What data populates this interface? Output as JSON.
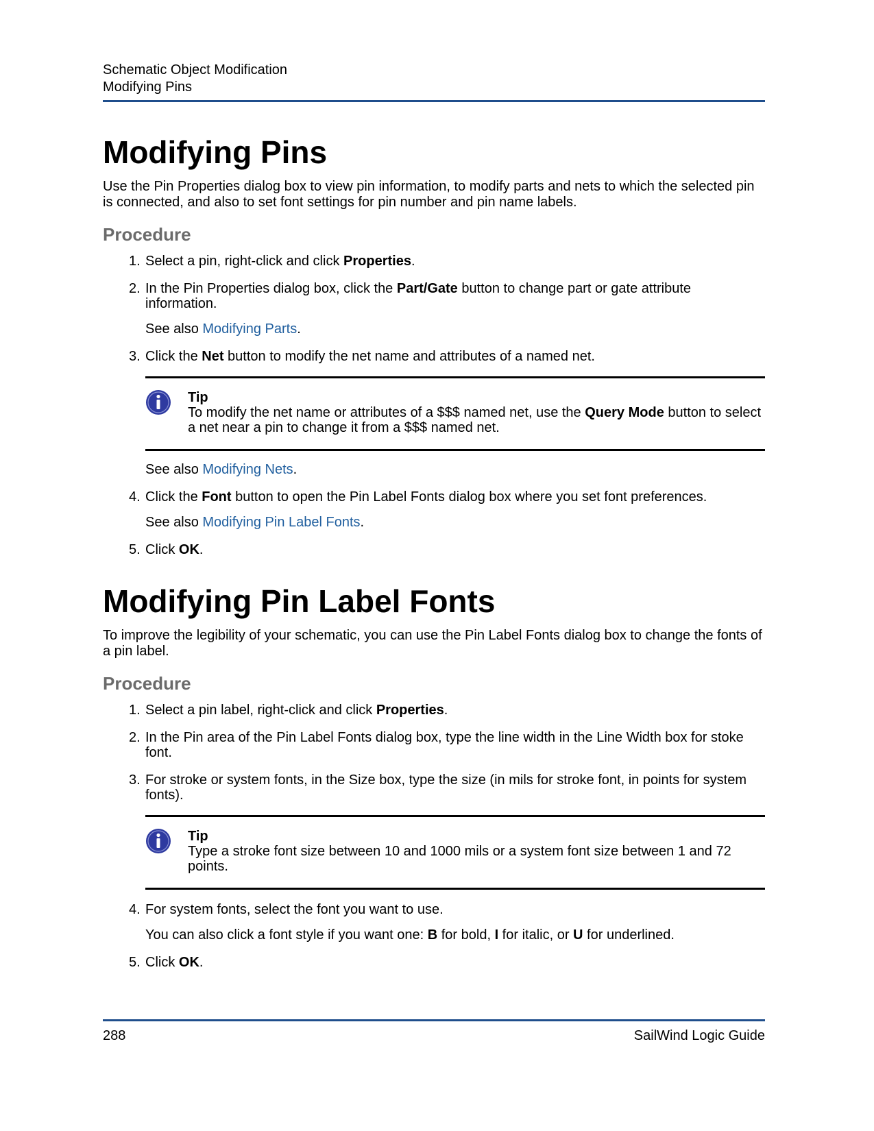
{
  "header": {
    "chapter": "Schematic Object Modification",
    "section": "Modifying Pins"
  },
  "section1": {
    "title": "Modifying Pins",
    "intro": "Use the Pin Properties dialog box to view pin information, to modify parts and nets to which the selected pin is connected, and also to set font settings for pin number and pin name labels.",
    "procedure_heading": "Procedure",
    "steps": [
      {
        "num": "1.",
        "pre": "Select a pin, right-click and click ",
        "bold": "Properties",
        "post": "."
      },
      {
        "num": "2.",
        "pre": "In the Pin Properties dialog box, click the ",
        "bold": "Part/Gate",
        "post": " button to change part or gate attribute information.",
        "see_also_prefix": "See also ",
        "see_also_link": "Modifying Parts",
        "see_also_suffix": "."
      },
      {
        "num": "3.",
        "pre": "Click the ",
        "bold": "Net",
        "post": " button to modify the net name and attributes of a named net."
      },
      {
        "num": "4.",
        "pre": "Click the ",
        "bold": "Font",
        "post": " button to open the Pin Label Fonts dialog box where you set font preferences.",
        "see_also_prefix": "See also ",
        "see_also_link": "Modifying Pin Label Fonts",
        "see_also_suffix": "."
      },
      {
        "num": "5.",
        "pre": "Click ",
        "bold": "OK",
        "post": "."
      }
    ],
    "tip": {
      "title": "Tip",
      "pre": "To modify the net name or attributes of a $$$ named net, use the ",
      "bold": "Query Mode",
      "post": " button to select a net near a pin to change it from a $$$ named net."
    },
    "tip_see_also_prefix": "See also ",
    "tip_see_also_link": "Modifying Nets",
    "tip_see_also_suffix": "."
  },
  "section2": {
    "title": "Modifying Pin Label Fonts",
    "intro": "To improve the legibility of your schematic, you can use the Pin Label Fonts dialog box to change the fonts of a pin label.",
    "procedure_heading": "Procedure",
    "steps": [
      {
        "num": "1.",
        "pre": "Select a pin label, right-click and click ",
        "bold": "Properties",
        "post": "."
      },
      {
        "num": "2.",
        "text": "In the Pin area of the Pin Label Fonts dialog box, type the line width in the Line Width box for stoke font."
      },
      {
        "num": "3.",
        "text": "For stroke or system fonts, in the Size box, type the size  (in mils for stroke font, in points for system fonts)."
      },
      {
        "num": "4.",
        "text": "For system fonts, select the font you want to use.",
        "extra_pre": "You can also click a font style if you want one: ",
        "extra_b1": "B",
        "extra_t1": " for bold, ",
        "extra_b2": "I",
        "extra_t2": " for italic, or ",
        "extra_b3": "U",
        "extra_t3": " for underlined."
      },
      {
        "num": "5.",
        "pre": "Click ",
        "bold": "OK",
        "post": "."
      }
    ],
    "tip": {
      "title": "Tip",
      "text": "Type a stroke font size between 10 and 1000 mils or a system font size between 1 and 72 points."
    }
  },
  "footer": {
    "page_number": "288",
    "guide_title": "SailWind Logic Guide"
  },
  "colors": {
    "rule": "#1f4e8c",
    "link": "#1f5e9e",
    "procedure_heading": "#6b6b6b",
    "tip_icon": "#2e3aa0"
  },
  "icons": {
    "tip": "info-icon"
  }
}
